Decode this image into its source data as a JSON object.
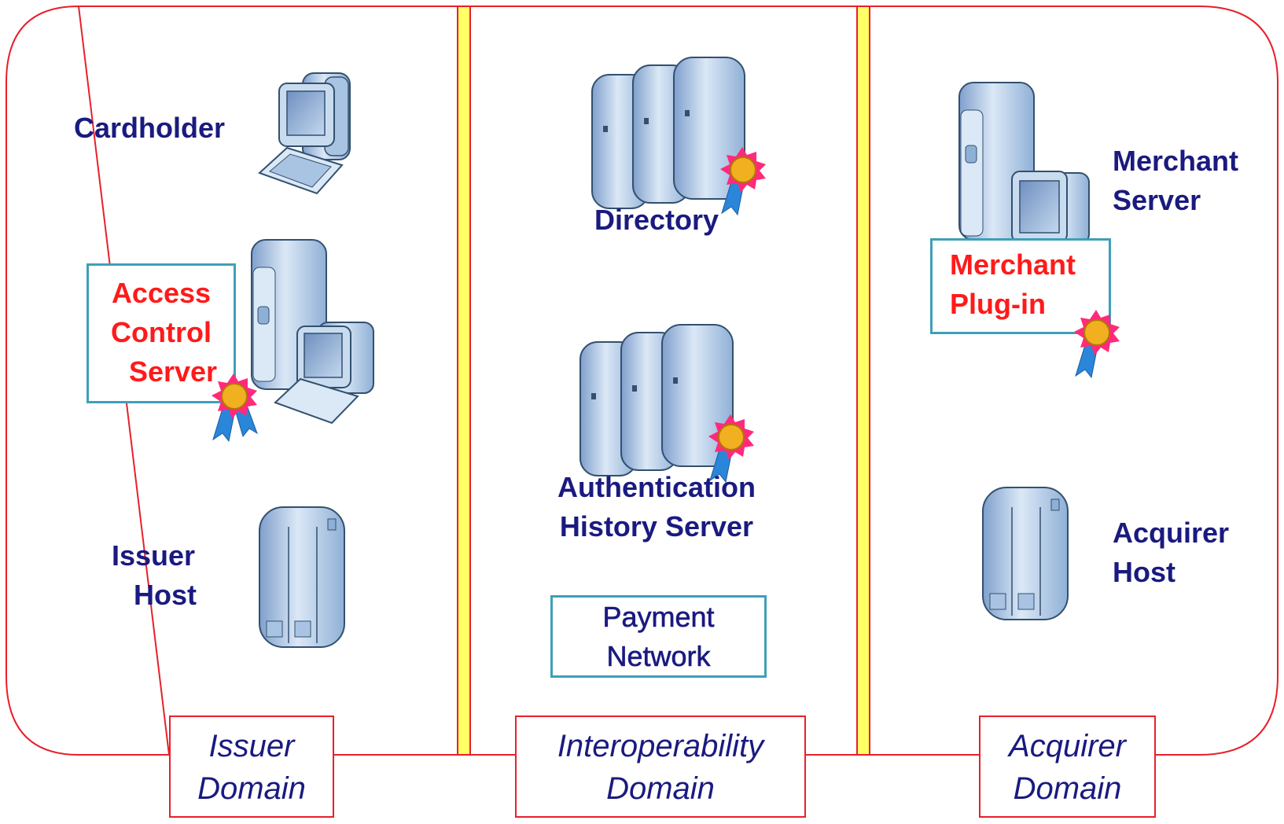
{
  "issuer": {
    "cardholder": "Cardholder",
    "acs_line1": "Access",
    "acs_line2": "Control",
    "acs_line3": "Server",
    "issuer_host_line1": "Issuer",
    "issuer_host_line2": "Host",
    "domain_line1": "Issuer",
    "domain_line2": "Domain"
  },
  "interop": {
    "directory": "Directory",
    "ahs_line1": "Authentication",
    "ahs_line2": "History Server",
    "payment_line1": "Payment",
    "payment_line2": "Network",
    "domain_line1": "Interoperability",
    "domain_line2": "Domain"
  },
  "acquirer": {
    "merchant_server_line1": "Merchant",
    "merchant_server_line2": "Server",
    "plugin_line1": "Merchant",
    "plugin_line2": "Plug-in",
    "acquirer_host_line1": "Acquirer",
    "acquirer_host_line2": "Host",
    "domain_line1": "Acquirer",
    "domain_line2": "Domain"
  },
  "colors": {
    "frame": "#e8202a",
    "divider_fill": "#ffff66",
    "label_text": "#1a1a80",
    "highlight_text": "#ff1a1a",
    "box_border": "#3f9fb8",
    "server_fill": "#c9dcef",
    "server_shade": "#8fb0d6"
  },
  "icons": {
    "workstation": "desktop-computer-icon",
    "server": "tower-server-icon",
    "server_cluster": "server-cluster-icon",
    "certificate": "certificate-ribbon-icon"
  }
}
